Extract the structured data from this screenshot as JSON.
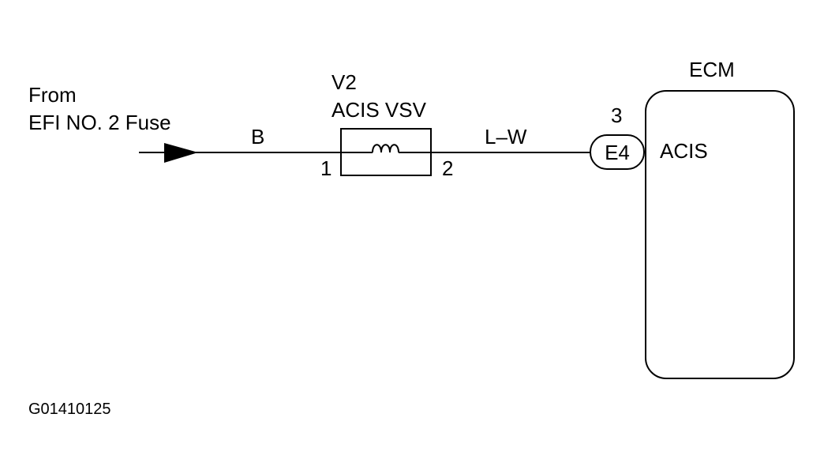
{
  "source": {
    "line1": "From",
    "line2": "EFI NO. 2 Fuse"
  },
  "wire_in_color": "B",
  "vsv": {
    "code": "V2",
    "name": "ACIS VSV",
    "pin_in": "1",
    "pin_out": "2"
  },
  "wire_out_color": "L–W",
  "connector": {
    "code": "E4",
    "pin": "3"
  },
  "ecm": {
    "title": "ECM",
    "terminal": "ACIS"
  },
  "figure_id": "G01410125"
}
